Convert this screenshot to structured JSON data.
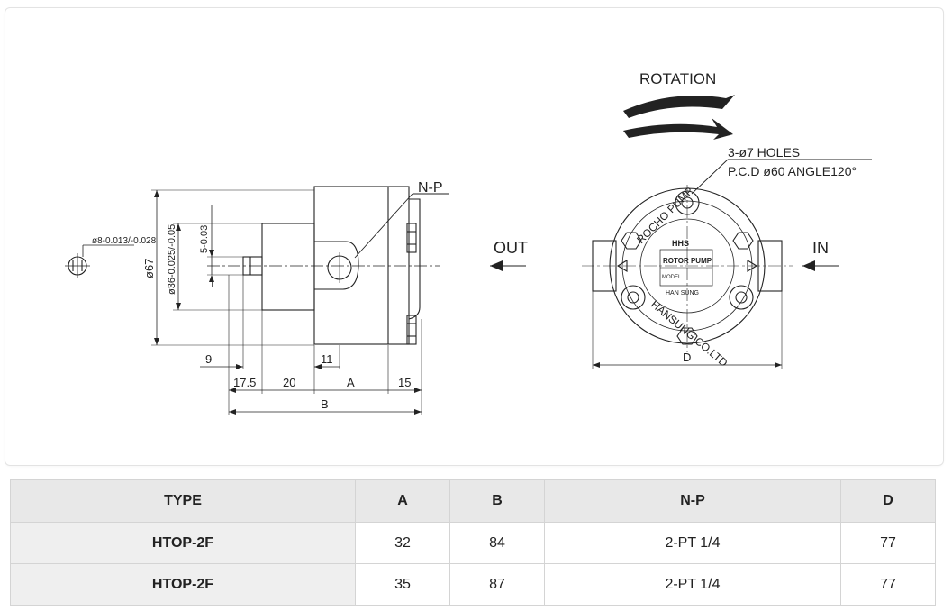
{
  "drawing": {
    "rotation_label": "ROTATION",
    "holes_label": "3-ø7 HOLES",
    "pcd_label": "P.C.D ø60 ANGLE120°",
    "np_label": "N-P",
    "out_label": "OUT",
    "in_label": "IN",
    "dims": {
      "shaft_tol": "ø8-0.013/-0.028",
      "d67": "ø67",
      "d36": "ø36-0.025/-0.05",
      "key": "5-0.03",
      "one": "1",
      "nine": "9",
      "d175": "17.5",
      "d20": "20",
      "d11": "11",
      "dA": "A",
      "d15": "15",
      "dB": "B",
      "dD": "D"
    },
    "nameplate": {
      "brand": "ROCHO PUMP",
      "maker": "HANSUNG CO.LTD",
      "badge": "HHS",
      "model_line": "ROTOR PUMP",
      "model_label": "MODEL",
      "maker_short": "HAN SUNG"
    }
  },
  "table": {
    "headers": [
      "TYPE",
      "A",
      "B",
      "N-P",
      "D"
    ],
    "rows": [
      {
        "type": "HTOP-2F",
        "a": "32",
        "b": "84",
        "np": "2-PT 1/4",
        "d": "77"
      },
      {
        "type": "HTOP-2F",
        "a": "35",
        "b": "87",
        "np": "2-PT 1/4",
        "d": "77"
      }
    ]
  }
}
